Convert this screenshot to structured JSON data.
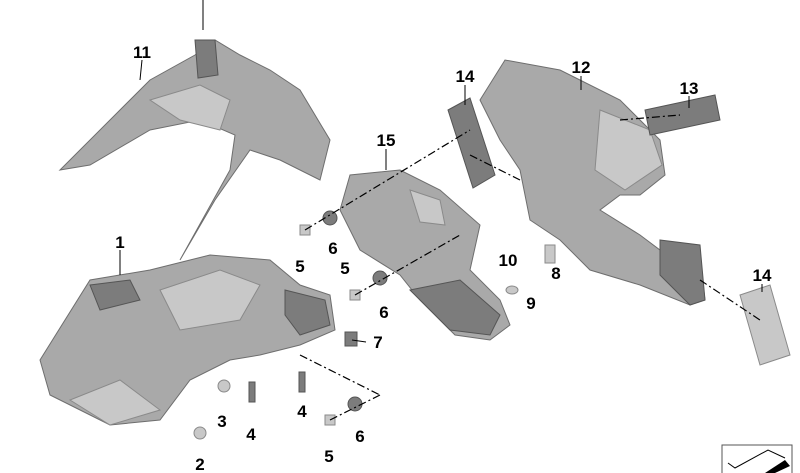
{
  "diagram": {
    "labels": {
      "p11": "11",
      "p1": "1",
      "p14a": "14",
      "p12": "12",
      "p13": "13",
      "p15": "15",
      "p6a": "6",
      "p5a": "5",
      "p5b": "5",
      "p6b": "6",
      "p10": "10",
      "p8": "8",
      "p9": "9",
      "p7": "7",
      "p3": "3",
      "p4a": "4",
      "p4b": "4",
      "p6c": "6",
      "p5c": "5",
      "p2": "2",
      "p14b": "14"
    }
  }
}
